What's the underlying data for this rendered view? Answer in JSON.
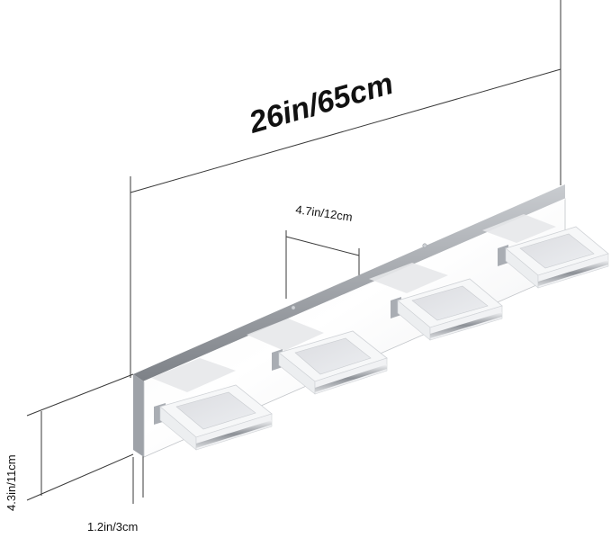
{
  "dimensions": {
    "width_label": "26in/65cm",
    "spacing_label": "4.7in/12cm",
    "height_label": "4.3in/11cm",
    "depth_label": "1.2in/3cm"
  },
  "product": {
    "fixture": "vanity-light-bar",
    "light_count": 4,
    "colors": {
      "chrome": "#b9bcc0",
      "chrome_dark": "#7c8086",
      "acrylic": "#f3f4f6",
      "led_panel": "#e6e7ea"
    }
  }
}
